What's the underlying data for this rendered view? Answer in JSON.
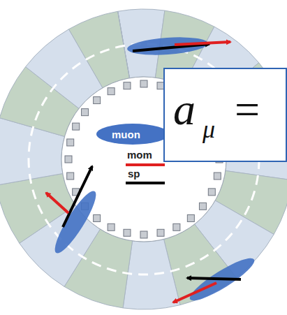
{
  "diagram": {
    "labels": [
      "a",
      "μ",
      "="
    ],
    "legend": [
      {
        "text": "muon"
      },
      {
        "text": "mom"
      },
      {
        "text": "sp"
      }
    ]
  }
}
